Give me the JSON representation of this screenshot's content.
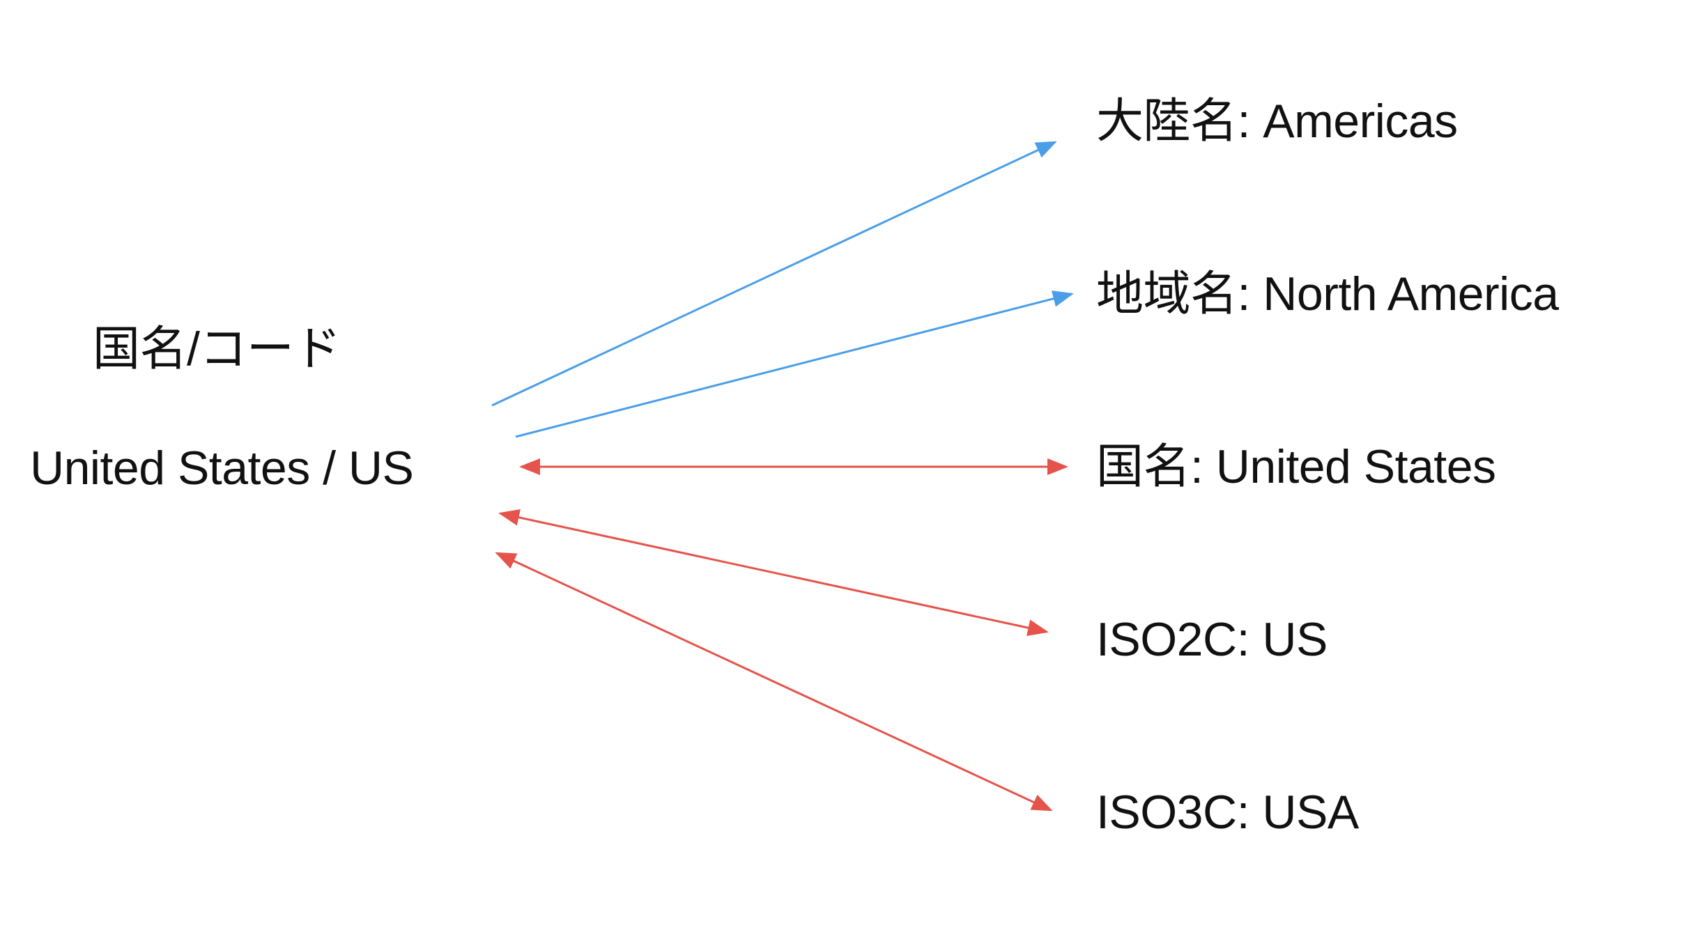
{
  "source": {
    "title": "国名/コード",
    "value": "United States / US"
  },
  "targets": [
    {
      "label": "大陸名: Americas"
    },
    {
      "label": "地域名:  North America"
    },
    {
      "label": "国名: United States"
    },
    {
      "label": "ISO2C: US"
    },
    {
      "label": "ISO3C: USA"
    }
  ],
  "colors": {
    "blue_arrow": "#4a9ee8",
    "red_arrow": "#e5534b",
    "text": "#111111"
  },
  "arrows": [
    {
      "from": "source",
      "to": "targets.0",
      "direction": "one-way",
      "color": "blue_arrow"
    },
    {
      "from": "source",
      "to": "targets.1",
      "direction": "one-way",
      "color": "blue_arrow"
    },
    {
      "from": "source",
      "to": "targets.2",
      "direction": "two-way",
      "color": "red_arrow"
    },
    {
      "from": "source",
      "to": "targets.3",
      "direction": "two-way",
      "color": "red_arrow"
    },
    {
      "from": "source",
      "to": "targets.4",
      "direction": "two-way",
      "color": "red_arrow"
    }
  ]
}
